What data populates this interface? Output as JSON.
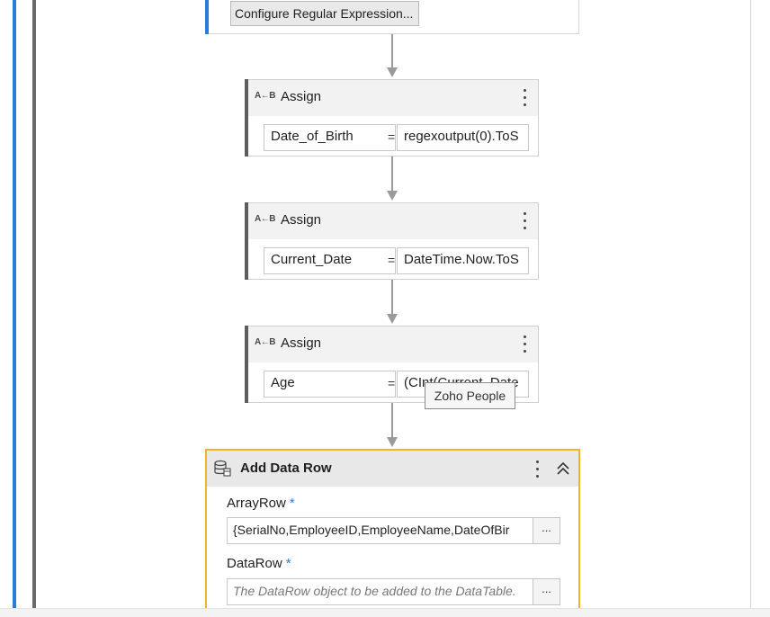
{
  "top_activity": {
    "configure_button_label": "Configure Regular Expression..."
  },
  "assigns": [
    {
      "title": "Assign",
      "icon_text": "A←B",
      "to": "Date_of_Birth",
      "value": "regexoutput(0).ToS"
    },
    {
      "title": "Assign",
      "icon_text": "A←B",
      "to": "Current_Date",
      "value": "DateTime.Now.ToS"
    },
    {
      "title": "Assign",
      "icon_text": "A←B",
      "to": "Age",
      "value": "(CInt(Current_Date"
    }
  ],
  "equals_sign": "=",
  "tooltip": {
    "text": "Zoho People"
  },
  "add_data_row": {
    "title": "Add Data Row",
    "array_row_label": "ArrayRow",
    "array_row_value": "{SerialNo,EmployeeID,EmployeeName,DateOfBir",
    "data_row_label": "DataRow",
    "data_row_placeholder": "The DataRow object to be added to the DataTable.",
    "required_marker": "*",
    "ellipsis_label": "..."
  },
  "icons": {
    "assign": "assign-icon",
    "menu": "more-vertical-icon",
    "collapse": "chevron-double-up-icon",
    "database": "database-icon"
  },
  "colors": {
    "sequence_accent": "#2b7cd3",
    "selected_border": "#f0b522",
    "connector": "#9a9a9a"
  }
}
